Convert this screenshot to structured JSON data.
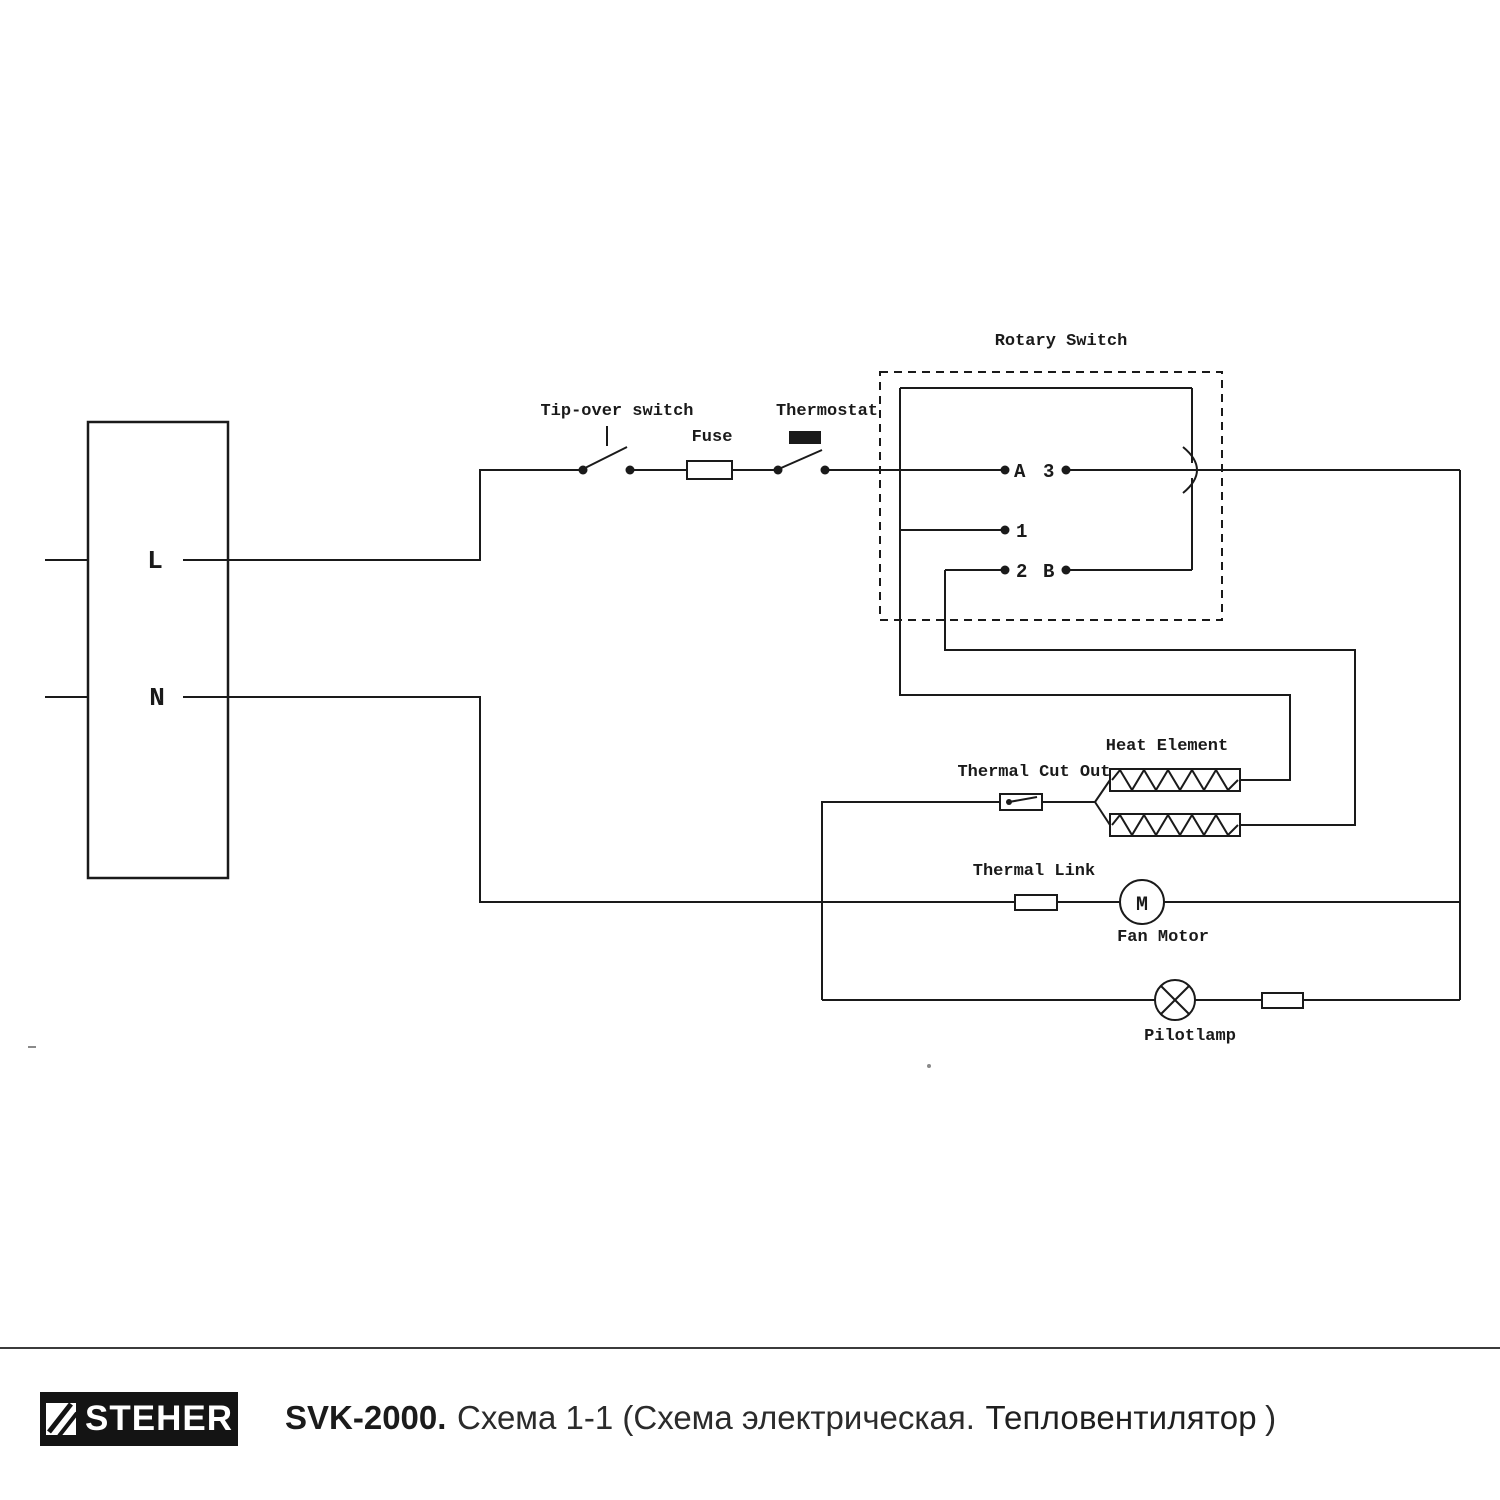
{
  "page": {
    "background": "#ffffff",
    "line_color": "#1a1a1a",
    "divider_color": "#3b3b3b",
    "logo_bg": "#141414"
  },
  "diagram": {
    "labels": {
      "line_l": "L",
      "neutral_n": "N",
      "tip_over_switch": "Tip-over switch",
      "fuse": "Fuse",
      "thermostat": "Thermostat",
      "rotary_switch": "Rotary Switch",
      "terminal_a": "A",
      "terminal_3": "3",
      "terminal_1": "1",
      "terminal_2": "2",
      "terminal_b": "B",
      "heat_element": "Heat Element",
      "thermal_cut_out": "Thermal Cut Out",
      "thermal_link": "Thermal Link",
      "motor_m": "M",
      "fan_motor": "Fan Motor",
      "pilot_lamp": "Pilotlamp"
    }
  },
  "footer": {
    "logo": "STEHER",
    "model": "SVK-2000.",
    "title": "Схема 1-1 (Схема электрическая.",
    "subtitle": "Тепловентилятор",
    "close": ")"
  }
}
